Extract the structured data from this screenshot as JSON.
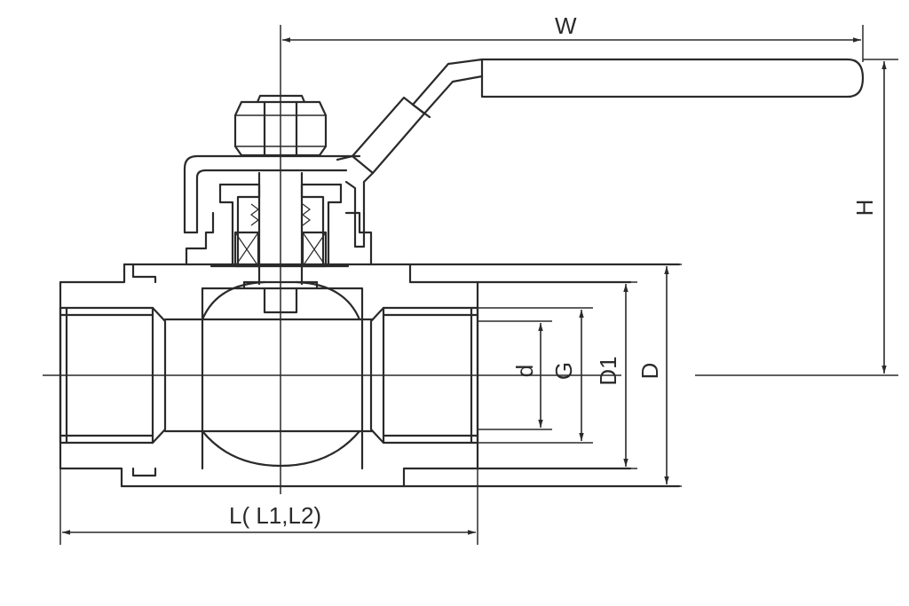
{
  "labels": {
    "width": "W",
    "height": "H",
    "bore": "d",
    "thread": "G",
    "inner_diameter": "D1",
    "outer_diameter": "D",
    "length": "L( L1,L2)"
  },
  "colors": {
    "line": "#2a2a2a",
    "background": "#ffffff"
  }
}
